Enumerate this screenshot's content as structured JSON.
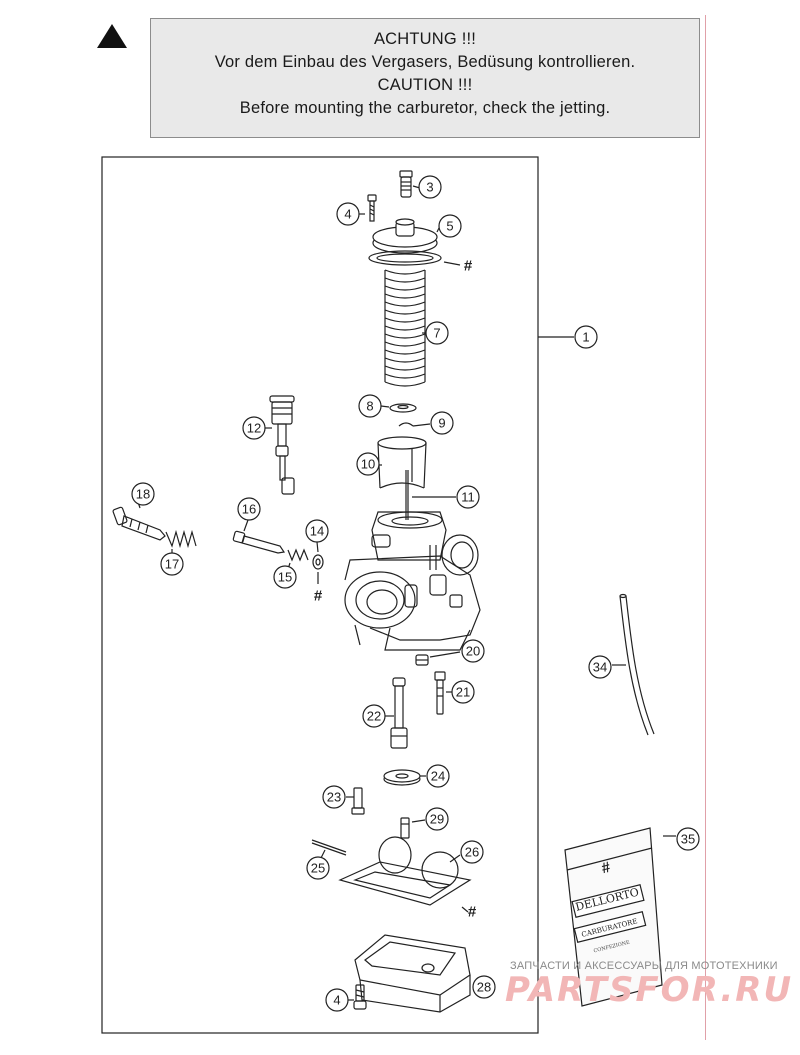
{
  "notice": {
    "line1": "ACHTUNG !!!",
    "line2": "Vor dem Einbau des Vergasers, Bedüsung kontrollieren.",
    "line3": "CAUTION !!!",
    "line4": "Before mounting the carburetor, check the jetting."
  },
  "callouts": {
    "c1": "1",
    "c3": "3",
    "c4a": "4",
    "c4b": "4",
    "c5": "5",
    "c7": "7",
    "c8": "8",
    "c9": "9",
    "c10": "10",
    "c11": "11",
    "c12": "12",
    "c14": "14",
    "c15": "15",
    "c16": "16",
    "c17": "17",
    "c18": "18",
    "c20": "20",
    "c21": "21",
    "c22": "22",
    "c23": "23",
    "c24": "24",
    "c25": "25",
    "c26": "26",
    "c28": "28",
    "c29": "29",
    "c34": "34",
    "c35": "35"
  },
  "marks": {
    "hash1": "#",
    "hash2": "#",
    "hash3": "#",
    "hash4": "#"
  },
  "bag": {
    "brand": "DELLORTO",
    "label": "CARBURATORE",
    "small": "CONFEZIONE"
  },
  "watermark": {
    "caption": "ЗАПЧАСТИ И АКСЕССУАРЫ ДЛЯ МОТОТЕХНИКИ",
    "brand": "PARTSFOR.RU"
  },
  "colors": {
    "line": "#222222",
    "box_fill": "#e9e9e9",
    "margin_rule": "#e0a0a8",
    "watermark": "#f2b6b6"
  }
}
